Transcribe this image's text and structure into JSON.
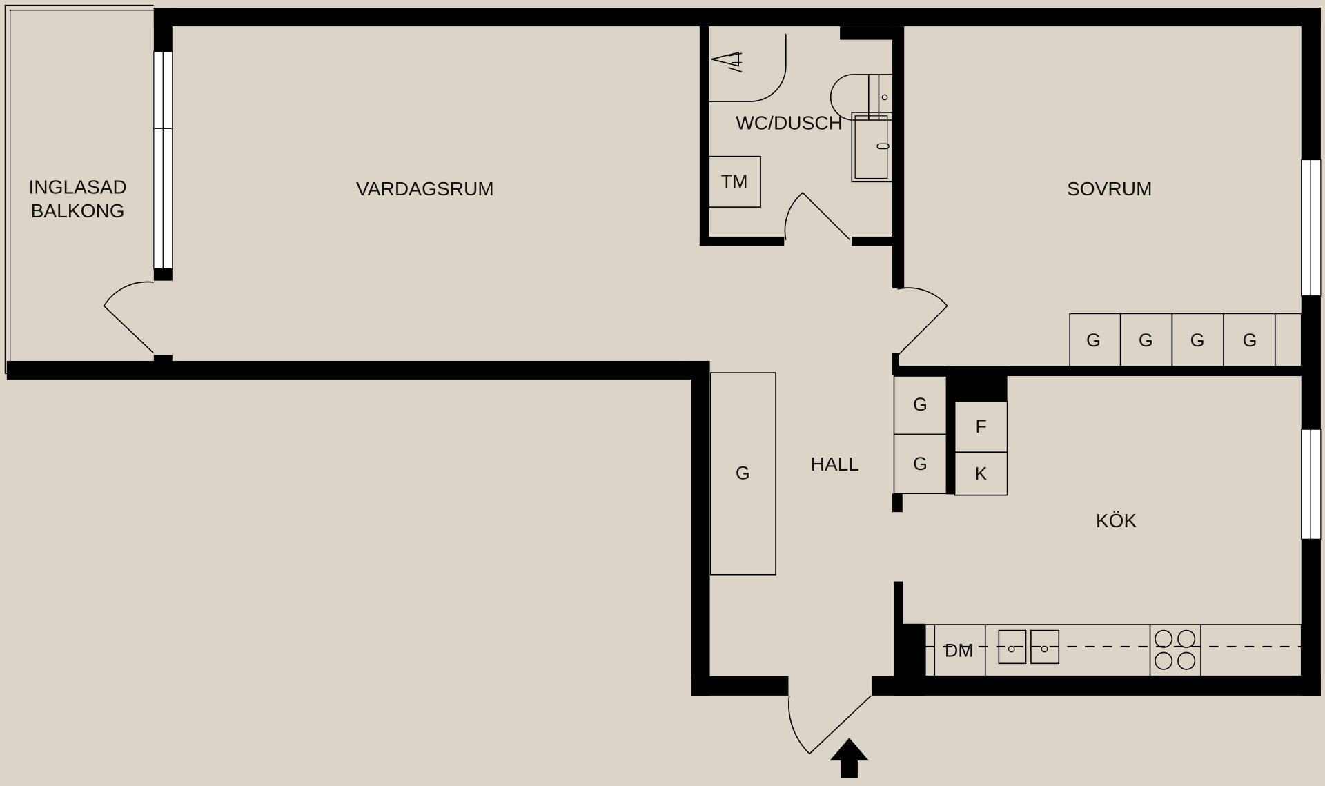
{
  "colors": {
    "background": "#ddd4c8",
    "wall": "#000000",
    "window": "#ffffff"
  },
  "rooms": {
    "balcony_line1": "INGLASAD",
    "balcony_line2": "BALKONG",
    "living": "VARDAGSRUM",
    "bathroom": "WC/DUSCH",
    "bedroom": "SOVRUM",
    "hall": "HALL",
    "kitchen": "KÖK"
  },
  "fixtures": {
    "washing_machine": "TM",
    "dishwasher": "DM",
    "freezer": "F",
    "fridge": "K",
    "wardrobe": "G",
    "bedroom_wardrobes": [
      "G",
      "G",
      "G",
      "G"
    ],
    "hall_wardrobes": [
      "G",
      "G"
    ],
    "hall_long_wardrobe": "G"
  },
  "entrance": {
    "icon": "entrance-arrow-icon"
  }
}
